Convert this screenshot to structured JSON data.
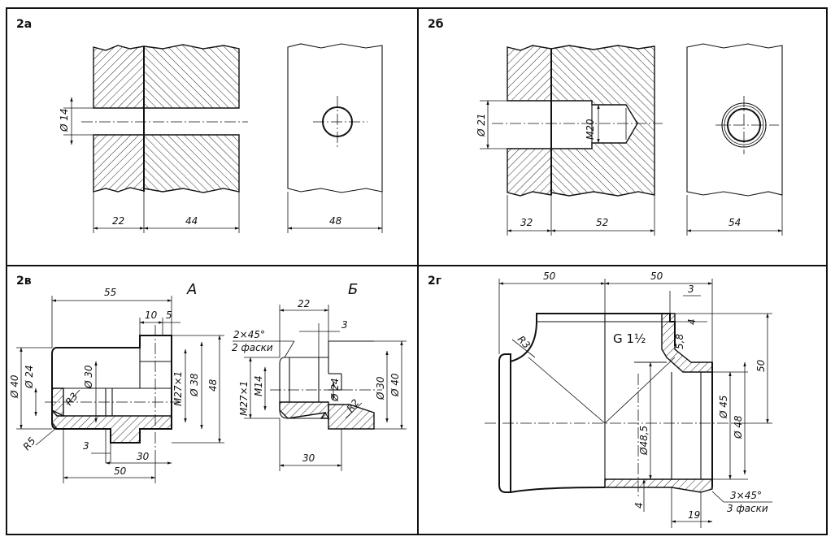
{
  "panels": [
    {
      "label": "2а"
    },
    {
      "label": "2б"
    },
    {
      "label": "2в"
    },
    {
      "label": "2г"
    }
  ],
  "p2a": {
    "d_hole": "Ø 14",
    "dim_left": "22",
    "dim_right": "44",
    "dim_view": "48"
  },
  "p2b": {
    "d_hole": "Ø 21",
    "thread": "M20",
    "dim_left": "32",
    "dim_right": "52",
    "dim_view": "54"
  },
  "p2v": {
    "view_a": "А",
    "view_b": "Б",
    "a_len": "55",
    "a_10": "10",
    "a_5": "5",
    "a_d40": "Ø 40",
    "a_d24": "Ø 24",
    "a_d30": "Ø 30",
    "a_m27": "M27×1",
    "a_d38": "Ø 38",
    "a_48": "48",
    "a_r3": "R3",
    "a_r5": "R5",
    "a_3": "3",
    "a_30": "30",
    "a_50": "50",
    "b_22": "22",
    "b_3": "3",
    "b_chamfer": "2×45°",
    "b_chamfer_note": "2 фаски",
    "b_m27": "M27×1",
    "b_m14": "M14",
    "b_d24": "Ø 24",
    "b_d30": "Ø 30",
    "b_d40": "Ø 40",
    "b_r2": "R2",
    "b_30": "30"
  },
  "p2g": {
    "dim_50a": "50",
    "dim_50b": "50",
    "dim_3": "3",
    "dim_4a": "4",
    "dim_58": "5,8",
    "thread": "G 1½",
    "r3": "R3",
    "dim_50v": "50",
    "d45": "Ø 45",
    "d48": "Ø 48",
    "d485": "Ø48,5",
    "dim_4b": "4",
    "chamfer": "3×45°",
    "chamfer_note": "3 фаски",
    "dim_19": "19"
  }
}
